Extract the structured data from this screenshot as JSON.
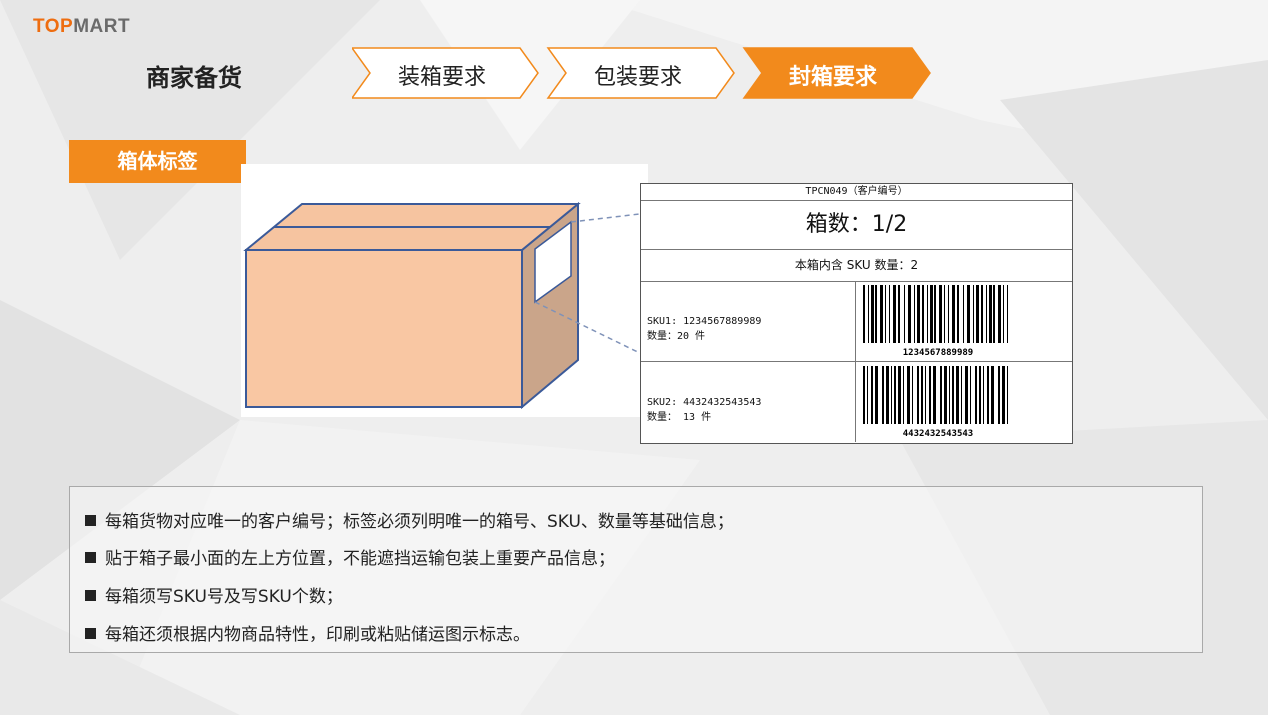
{
  "brand": {
    "part1": "TOP",
    "part2": "MART",
    "accent": "#ee6d10"
  },
  "page_title": "商家备货",
  "steps": [
    {
      "label": "装箱要求",
      "active": false
    },
    {
      "label": "包装要求",
      "active": false
    },
    {
      "label": "封箱要求",
      "active": true
    }
  ],
  "section_tag": "箱体标签",
  "label_card": {
    "title": "TPCN049（客户编号）",
    "box_count": "箱数：1/2",
    "sku_count": "本箱内含 SKU 数量：2",
    "items": [
      {
        "sku": "SKU1: 1234567889989",
        "qty": "数量：20 件",
        "barcode": "1234567889989"
      },
      {
        "sku": "SKU2: 4432432543543",
        "qty": "数量： 13 件",
        "barcode": "4432432543543"
      }
    ]
  },
  "notes": [
    "每箱货物对应唯一的客户编号；标签必须列明唯一的箱号、SKU、数量等基础信息；",
    "贴于箱子最小面的左上方位置，不能遮挡运输包装上重要产品信息；",
    "每箱须写SKU号及写SKU个数；",
    "每箱还须根据内物商品特性，印刷或粘贴储运图示标志。"
  ],
  "colors": {
    "orange": "#f28a1c",
    "box_face": "#f9c7a3",
    "box_side": "#caa58a",
    "box_stroke": "#3b5a99"
  }
}
